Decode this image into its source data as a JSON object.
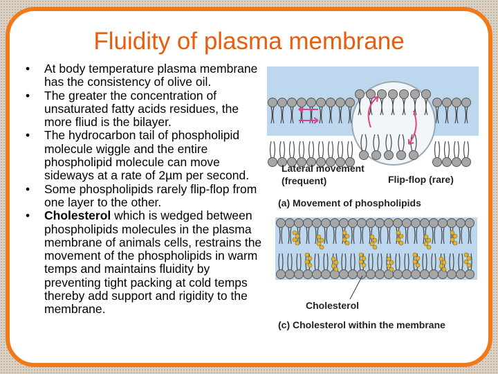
{
  "title": "Fluidity of plasma membrane",
  "bullet_glyph": "•",
  "bullets": {
    "b1": "At body temperature plasma membrane has the consistency of olive oil.",
    "b2": "The greater the concentration of unsaturated fatty acids residues, the more fliud is the bilayer.",
    "b3": "The hydrocarbon tail of phospholipid molecule wiggle and the entire phospholipid molecule can move sideways at a rate of 2µm per second.",
    "b4": "Some phospholipids rarely flip-flop from one layer to the other.",
    "b5_bold": "Cholesterol",
    "b5_rest": " which is wedged between phospholipids molecules in the plasma membrane of animals cells,  restrains the movement of the phospholipids in warm temps and maintains fluidity by preventing tight packing at cold temps thereby add support and rigidity to the membrane."
  },
  "figure": {
    "lateral_line1": "Lateral movement",
    "lateral_line2": "(frequent)",
    "flipflop": "Flip-flop (rare)",
    "caption_a": "(a) Movement of phospholipids",
    "cholesterol": "Cholesterol",
    "caption_c": "(c) Cholesterol within the membrane"
  },
  "colors": {
    "title": "#e85c0d",
    "frame": "#f07a1a",
    "panel": "#bdd8ee",
    "heads": "#a6a6a6",
    "cholesterol": "#e0b23a",
    "arrows": "#e0408a"
  }
}
